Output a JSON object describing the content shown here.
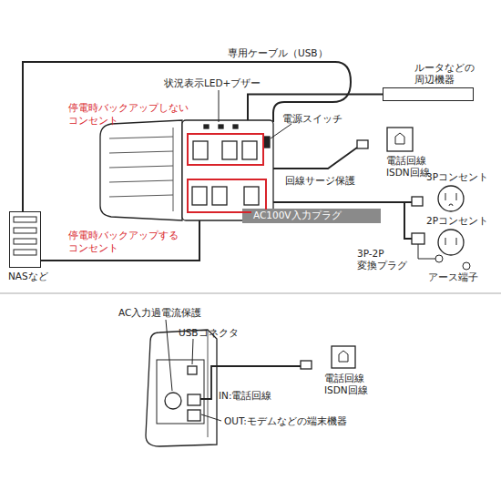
{
  "diagram": {
    "nodes": [
      {
        "text": [
          "ルータなどの 周辺機器"
        ]
      },
      {
        "text": [
          "停電時バックアップしない コンセント"
        ]
      },
      {
        "text": [
          "停電時バックアップする コンセント"
        ]
      },
      {
        "text": [
          "NASなど"
        ]
      }
    ],
    "edges": [
      {
        "from": 0,
        "to": 1,
        "arrow": "none"
      },
      {
        "from": 3,
        "to": 2,
        "arrow": "none"
      }
    ],
    "labels": [
      "専用ケーブル（USB）",
      "状況表示LED+ブザー",
      "電源スイッチ",
      "電話回線 ISDN回線",
      "回線サージ保護",
      "3Pコンセント",
      "AC100V入力プラグ",
      "2Pコンセント",
      "3P-2P 変換プラグ",
      "アース端子",
      "AC入力過電流保護",
      "USBコネクタ",
      "電話回線 ISDN回線",
      "IN:電話回線",
      "OUT:モデムなどの端末機器"
    ]
  }
}
